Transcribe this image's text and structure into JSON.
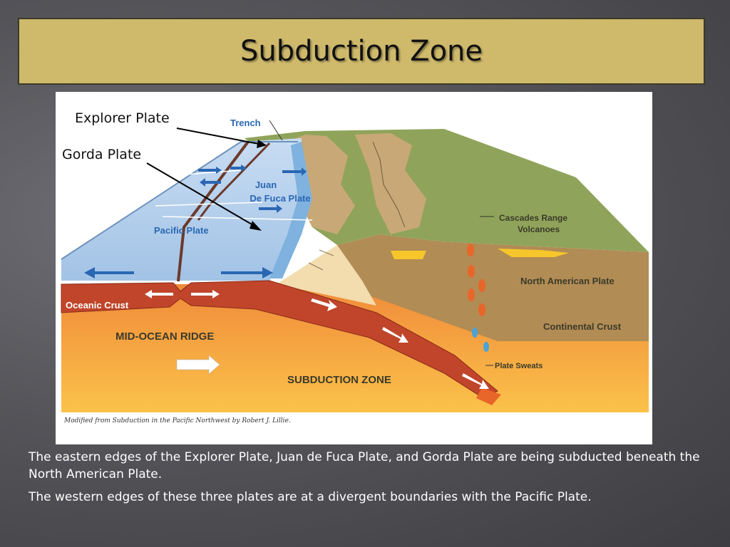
{
  "title": "Subduction Zone",
  "labels": {
    "explorer_plate": "Explorer Plate",
    "gorda_plate": "Gorda Plate"
  },
  "diagram": {
    "trench": "Trench",
    "juan_line1": "Juan",
    "juan_line2": "De Fuca Plate",
    "pacific_plate": "Pacific Plate",
    "cascades_line1": "Cascades Range",
    "cascades_line2": "Volcanoes",
    "north_american_plate": "North American Plate",
    "oceanic_crust": "Oceanic Crust",
    "continental_crust": "Continental Crust",
    "mid_ocean_ridge": "MID-OCEAN RIDGE",
    "plate_sweats": "Plate Sweats",
    "subduction_zone": "SUBDUCTION ZONE",
    "credit": "Modified from Subduction in the Pacific Northwest by Robert J. Lillie."
  },
  "paragraphs": {
    "p1": "The eastern edges of the Explorer Plate, Juan de Fuca Plate, and Gorda Plate are being subducted beneath the North American Plate.",
    "p2": "The western edges of these three plates are at a divergent boundaries with the Pacific Plate."
  },
  "colors": {
    "title_bar": "#cfba6c",
    "ocean": "#a7c8ea",
    "oceanic_crust": "#c0452a",
    "mantle": "#f5a13c",
    "continent": "#b18c55",
    "land_green": "#8fa45a",
    "text_blue": "#2a67b3"
  }
}
